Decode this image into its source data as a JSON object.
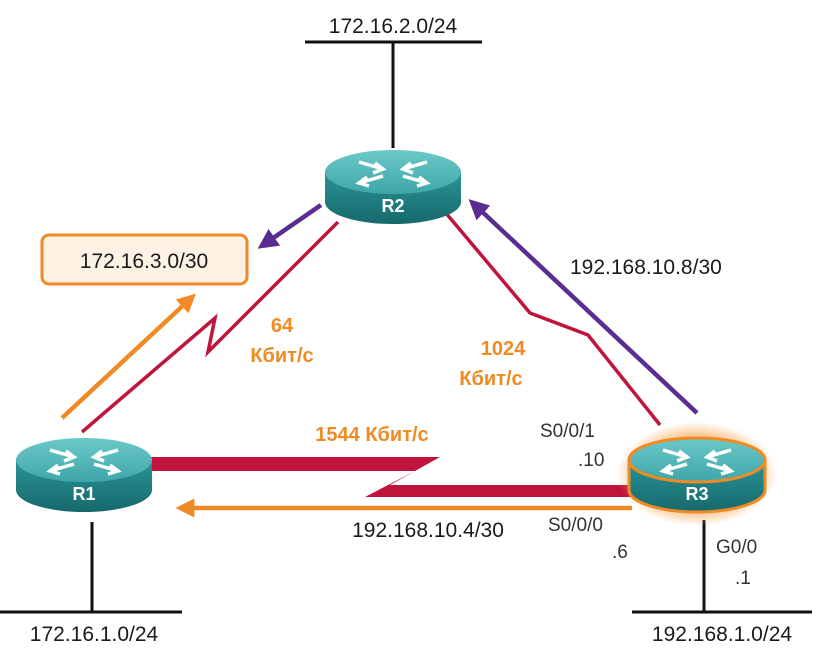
{
  "colors": {
    "link": "#c0143c",
    "orange": "#f08a24",
    "purple": "#5a2d91",
    "router_top": "#4fb8b8",
    "router_side": "#1f7f82",
    "highlight_box_fill": "#fdf1e3"
  },
  "networks": {
    "r2_lan": "172.16.2.0/24",
    "r1_r2_link": "172.16.3.0/30",
    "r2_r3_link": "192.168.10.8/30",
    "r1_r3_link": "192.168.10.4/30",
    "r1_lan": "172.16.1.0/24",
    "r3_lan": "192.168.1.0/24"
  },
  "speeds": {
    "r1_r2": {
      "value": "64",
      "unit": "Кбит/с"
    },
    "r2_r3": {
      "value": "1024",
      "unit": "Кбит/с"
    },
    "r1_r3": "1544 Кбит/с"
  },
  "interfaces": {
    "r3_s001": {
      "name": "S0/0/1",
      "ip": ".10"
    },
    "r3_s000": {
      "name": "S0/0/0",
      "ip": ".6"
    },
    "r3_g00": {
      "name": "G0/0",
      "ip": ".1"
    }
  },
  "routers": {
    "r1": {
      "label": "R1",
      "icon": "router-icon"
    },
    "r2": {
      "label": "R2",
      "icon": "router-icon"
    },
    "r3": {
      "label": "R3",
      "icon": "router-icon",
      "highlighted": true
    }
  }
}
